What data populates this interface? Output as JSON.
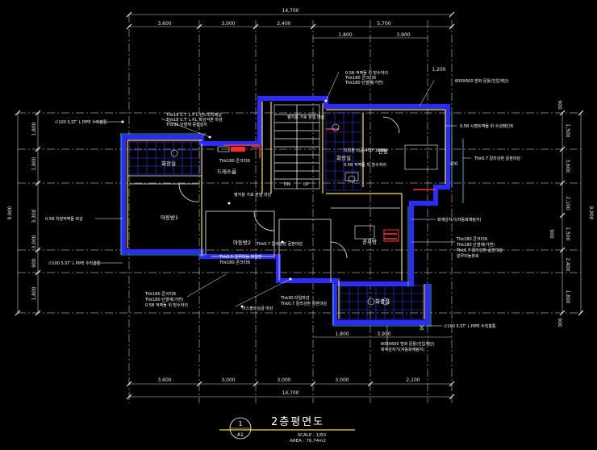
{
  "dims": {
    "overall_top": "14,700",
    "overall_bottom": "14,700",
    "top_row": [
      "3,600",
      "3,000",
      "2,400",
      "5,700"
    ],
    "top_row2": [
      "1,800",
      "3,900"
    ],
    "small_1200": "1,200",
    "bottom_row": [
      "3,600",
      "3,000",
      "3,000",
      "3,000",
      "2,100"
    ],
    "bottom_small": [
      "1,800",
      "3,900",
      "900"
    ],
    "left_outer": "9,900",
    "left_inner": [
      "1,800",
      "1,800",
      "3,300",
      "3,000",
      "1,800"
    ],
    "left_small": "900",
    "right_outer": "9,900",
    "right_inner": [
      "1,500",
      "3,600",
      "2,100",
      "1,500",
      "2,400",
      "1,800"
    ],
    "right_small": [
      "900",
      "900",
      "900"
    ],
    "right_600": "600"
  },
  "rooms": {
    "bath_left": "화장실",
    "room1": "아동방1",
    "room2": "아동방2",
    "master": "안방",
    "study": "공부방",
    "dress": "드레스룸",
    "bath_master": "화장실",
    "bath_bottom": "화장실",
    "up_label": "UP",
    "dn_label": "DN"
  },
  "notes": [
    "Thk18 S.T' L P L 샌드위치패널",
    "Thk18 S.T' L P.L 화강석판 마감",
    "Thk30 단열재 중첩설치",
    "∅100 S.ST' L PIPE 수직홈통",
    "0.5B 치장적벽돌 마감",
    "0.5B 시멘트벽돌 위 수성페인트",
    "0.5B 적벽돌 위 방수처리",
    "Thk180 콘크리트",
    "Thk180 단열재(가변)",
    "Thk180 콘크리트",
    "Thk0.7 칼라강판 골판마감",
    "평지붕 가로 판넬 마감",
    "의장판 시공(450*1800)",
    "∅100 S.ST' L PIPE 수직홈통",
    "Thk180 콘크리트",
    "Thk180 단열재(가변)",
    "0.5B 적벽돌 위 방수처리",
    "아스팔트싱글 마감",
    "Thk30 타일마감",
    "Thk0.7 칼라강판 골판마감",
    "Thk0.5 알루미늄 복합판",
    "Thk180 콘크리트",
    "Thk180 콘크리트",
    "Thk180 단열재(가변)",
    "Thk0.7 칼라강판 골판마감",
    "0.5B 적벽돌 위 방수처리",
    "알루미늄창호",
    "600X600 방화 문틀(진입계단)",
    "화재감지기(자동화재탐지)"
  ],
  "title": {
    "circle_top": "1",
    "circle_bottom": "A1",
    "name": "2층평면도",
    "scale": "SCALE : 1/60",
    "area": "AREA : 76.74m2"
  },
  "colors": {
    "background": "#000000",
    "wall_blue": "#2b2bff",
    "wall_yellow": "#f4e24a",
    "wall_cyan": "#39e0e6",
    "wall_red": "#ff3333"
  }
}
